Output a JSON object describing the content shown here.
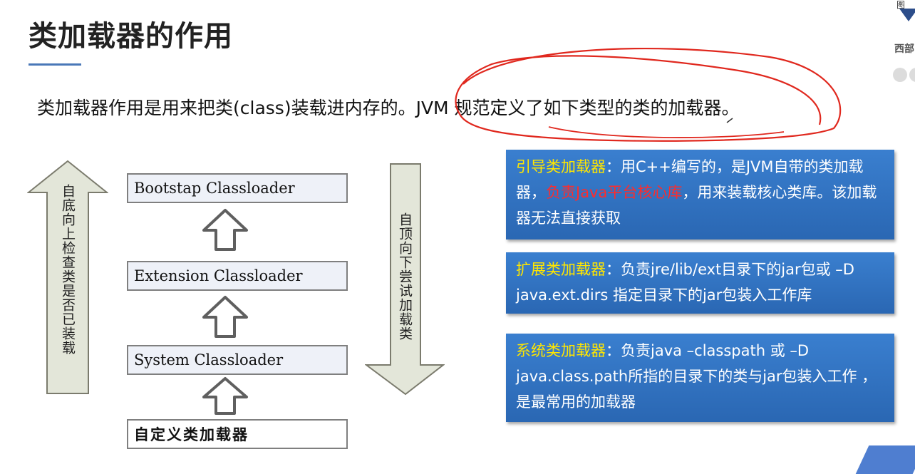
{
  "slide": {
    "title": "类加载器的作用",
    "intro": "类加载器作用是用来把类(class)装载进内存的。JVM 规范定义了如下类型的类的加载器。"
  },
  "diagram": {
    "loaders": {
      "bootstrap": "Bootstap Classloader",
      "extension": "Extension Classloader",
      "system": "System Classloader",
      "custom": "自定义类加载器"
    },
    "left_label": "自底向上检查类是否已装载",
    "right_label": "自顶向下尝试加载类"
  },
  "info": {
    "bootstrap": {
      "name": "引导类加载器",
      "part1": "：用C++编写的，是JVM自带的类加载器，",
      "highlight": "负责Java平台核心库",
      "part2": "，用来装载核心类库。该加载器无法直接获取"
    },
    "extension": {
      "name": "扩展类加载器",
      "body": "：负责jre/lib/ext目录下的jar包或 –D java.ext.dirs 指定目录下的jar包装入工作库"
    },
    "system": {
      "name": "系统类加载器",
      "body": "：负责java –classpath 或 –D java.class.path所指的目录下的类与jar包装入工作 ，是最常用的加载器"
    }
  },
  "right_panel": {
    "label": "西部",
    "top_text": "图"
  },
  "colors": {
    "info_box": "#2f72c2",
    "highlight_yellow": "#ffe600",
    "highlight_red": "#ff2b2b",
    "annotation_red": "#e0281e",
    "title_rule": "#4a78b8"
  }
}
